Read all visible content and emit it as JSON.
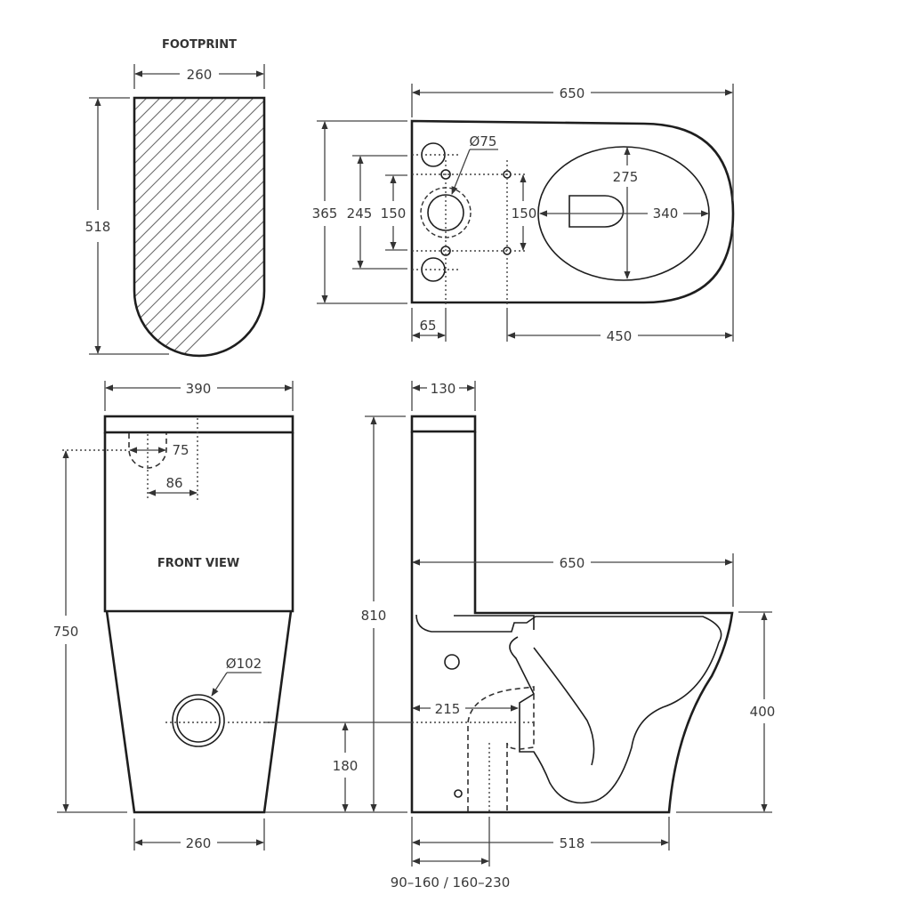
{
  "views": {
    "footprint": {
      "title": "FOOTPRINT",
      "width": "260",
      "depth": "518"
    },
    "top": {
      "overall_length": "650",
      "overall_width": "365",
      "outer_hole_spacing": "245",
      "fixing_spacing_left": "150",
      "fixing_spacing_right": "150",
      "inlet_diameter": "Ø75",
      "bowl_width": "275",
      "bowl_length": "340",
      "inlet_offset": "65",
      "fixing_to_front": "450"
    },
    "front": {
      "title": "FRONT VIEW",
      "cistern_width": "390",
      "inlet_width": "75",
      "inlet_offset": "86",
      "height_to_inlet": "750",
      "outlet_diameter": "Ø102",
      "base_width": "260"
    },
    "side": {
      "cistern_depth": "130",
      "overall_length": "650",
      "overall_height": "810",
      "seat_height": "400",
      "outlet_offset": "215",
      "outlet_height": "180",
      "base_length": "518",
      "set_out": "90–160 / 160–230"
    }
  }
}
